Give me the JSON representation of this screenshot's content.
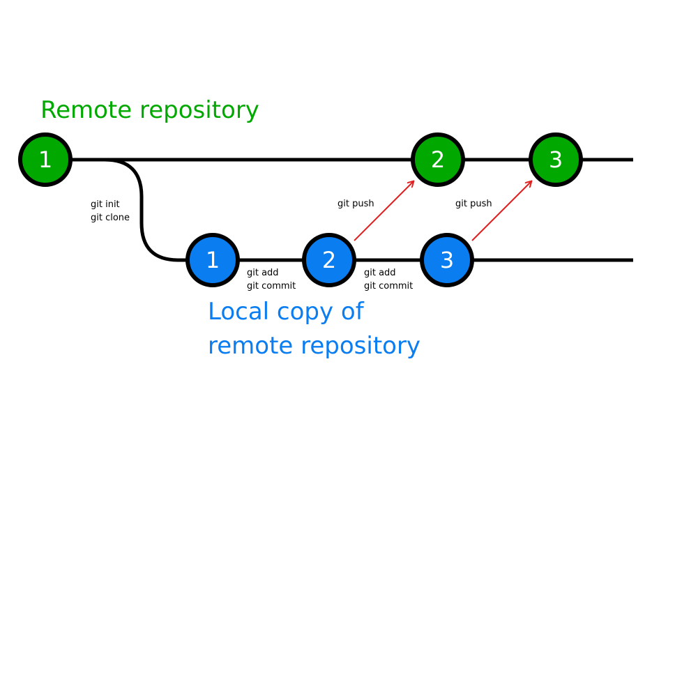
{
  "diagram": {
    "remote_title": "Remote repository",
    "local_title_line1": "Local copy of",
    "local_title_line2": "remote repository",
    "remote_nodes": [
      "1",
      "2",
      "3"
    ],
    "local_nodes": [
      "1",
      "2",
      "3"
    ],
    "clone_label_line1": "git init",
    "clone_label_line2": "git clone",
    "commit_label_line1": "git add",
    "commit_label_line2": "git commit",
    "push_label": "git push",
    "colors": {
      "remote": "#00a800",
      "local": "#0a7df0",
      "arrow": "#e02020",
      "line": "#000000"
    }
  }
}
